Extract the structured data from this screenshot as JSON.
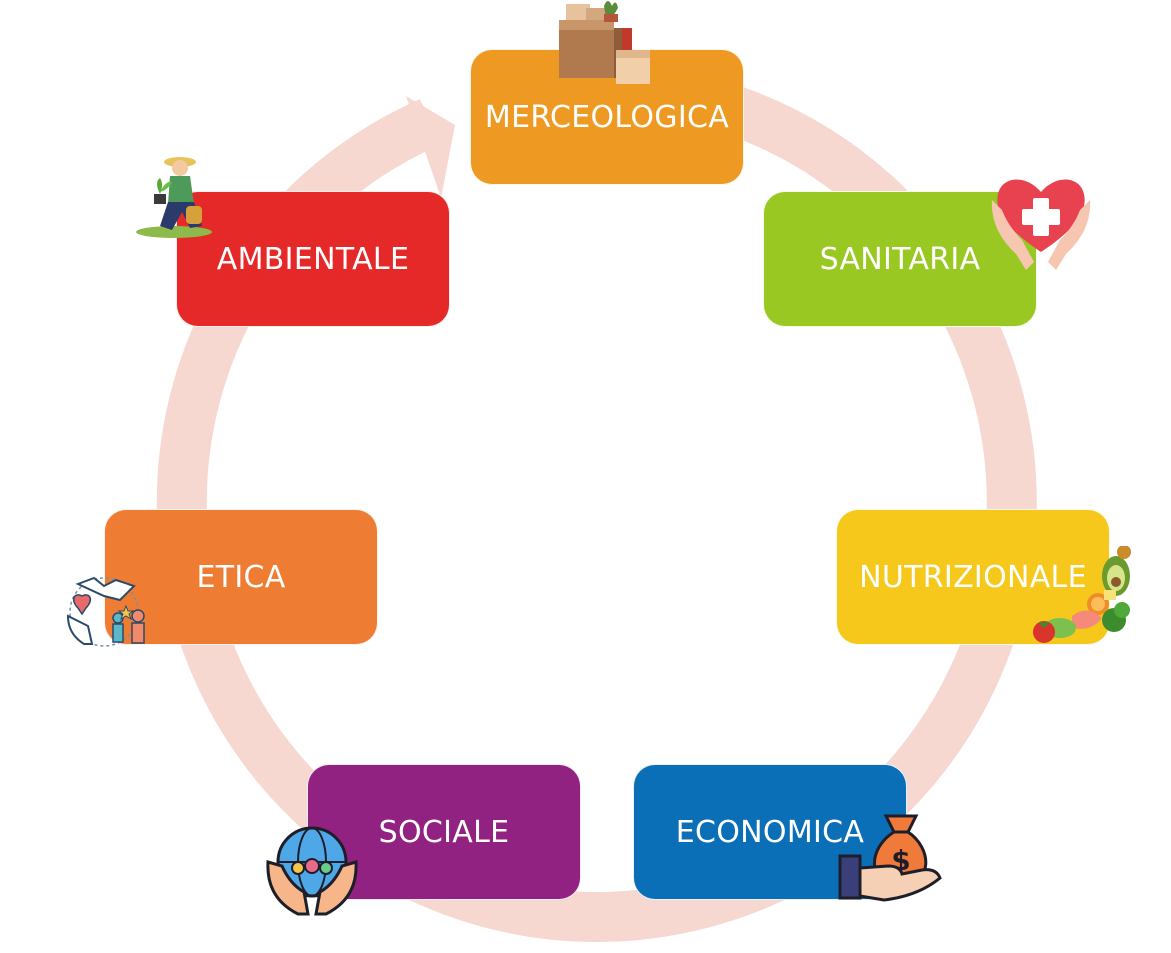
{
  "diagram": {
    "nodes": [
      {
        "id": "merceologica",
        "label": "MERCEOLOGICA",
        "color": "#EE9A22",
        "icon": "boxes-plant-icon"
      },
      {
        "id": "sanitaria",
        "label": "SANITARIA",
        "color": "#99C823",
        "icon": "heart-hands-medical-icon"
      },
      {
        "id": "nutrizionale",
        "label": "NUTRIZIONALE",
        "color": "#F6C81C",
        "icon": "food-vegetables-icon"
      },
      {
        "id": "economica",
        "label": "ECONOMICA",
        "color": "#0B6FB8",
        "icon": "money-bag-hand-icon"
      },
      {
        "id": "sociale",
        "label": "SOCIALE",
        "color": "#922282",
        "icon": "globe-people-hands-icon"
      },
      {
        "id": "etica",
        "label": "ETICA",
        "color": "#EE7D33",
        "icon": "handshake-people-icon"
      },
      {
        "id": "ambientale",
        "label": "AMBIENTALE",
        "color": "#E52828",
        "icon": "woman-planting-icon"
      }
    ],
    "cycle_color": "#F6D8D0"
  }
}
